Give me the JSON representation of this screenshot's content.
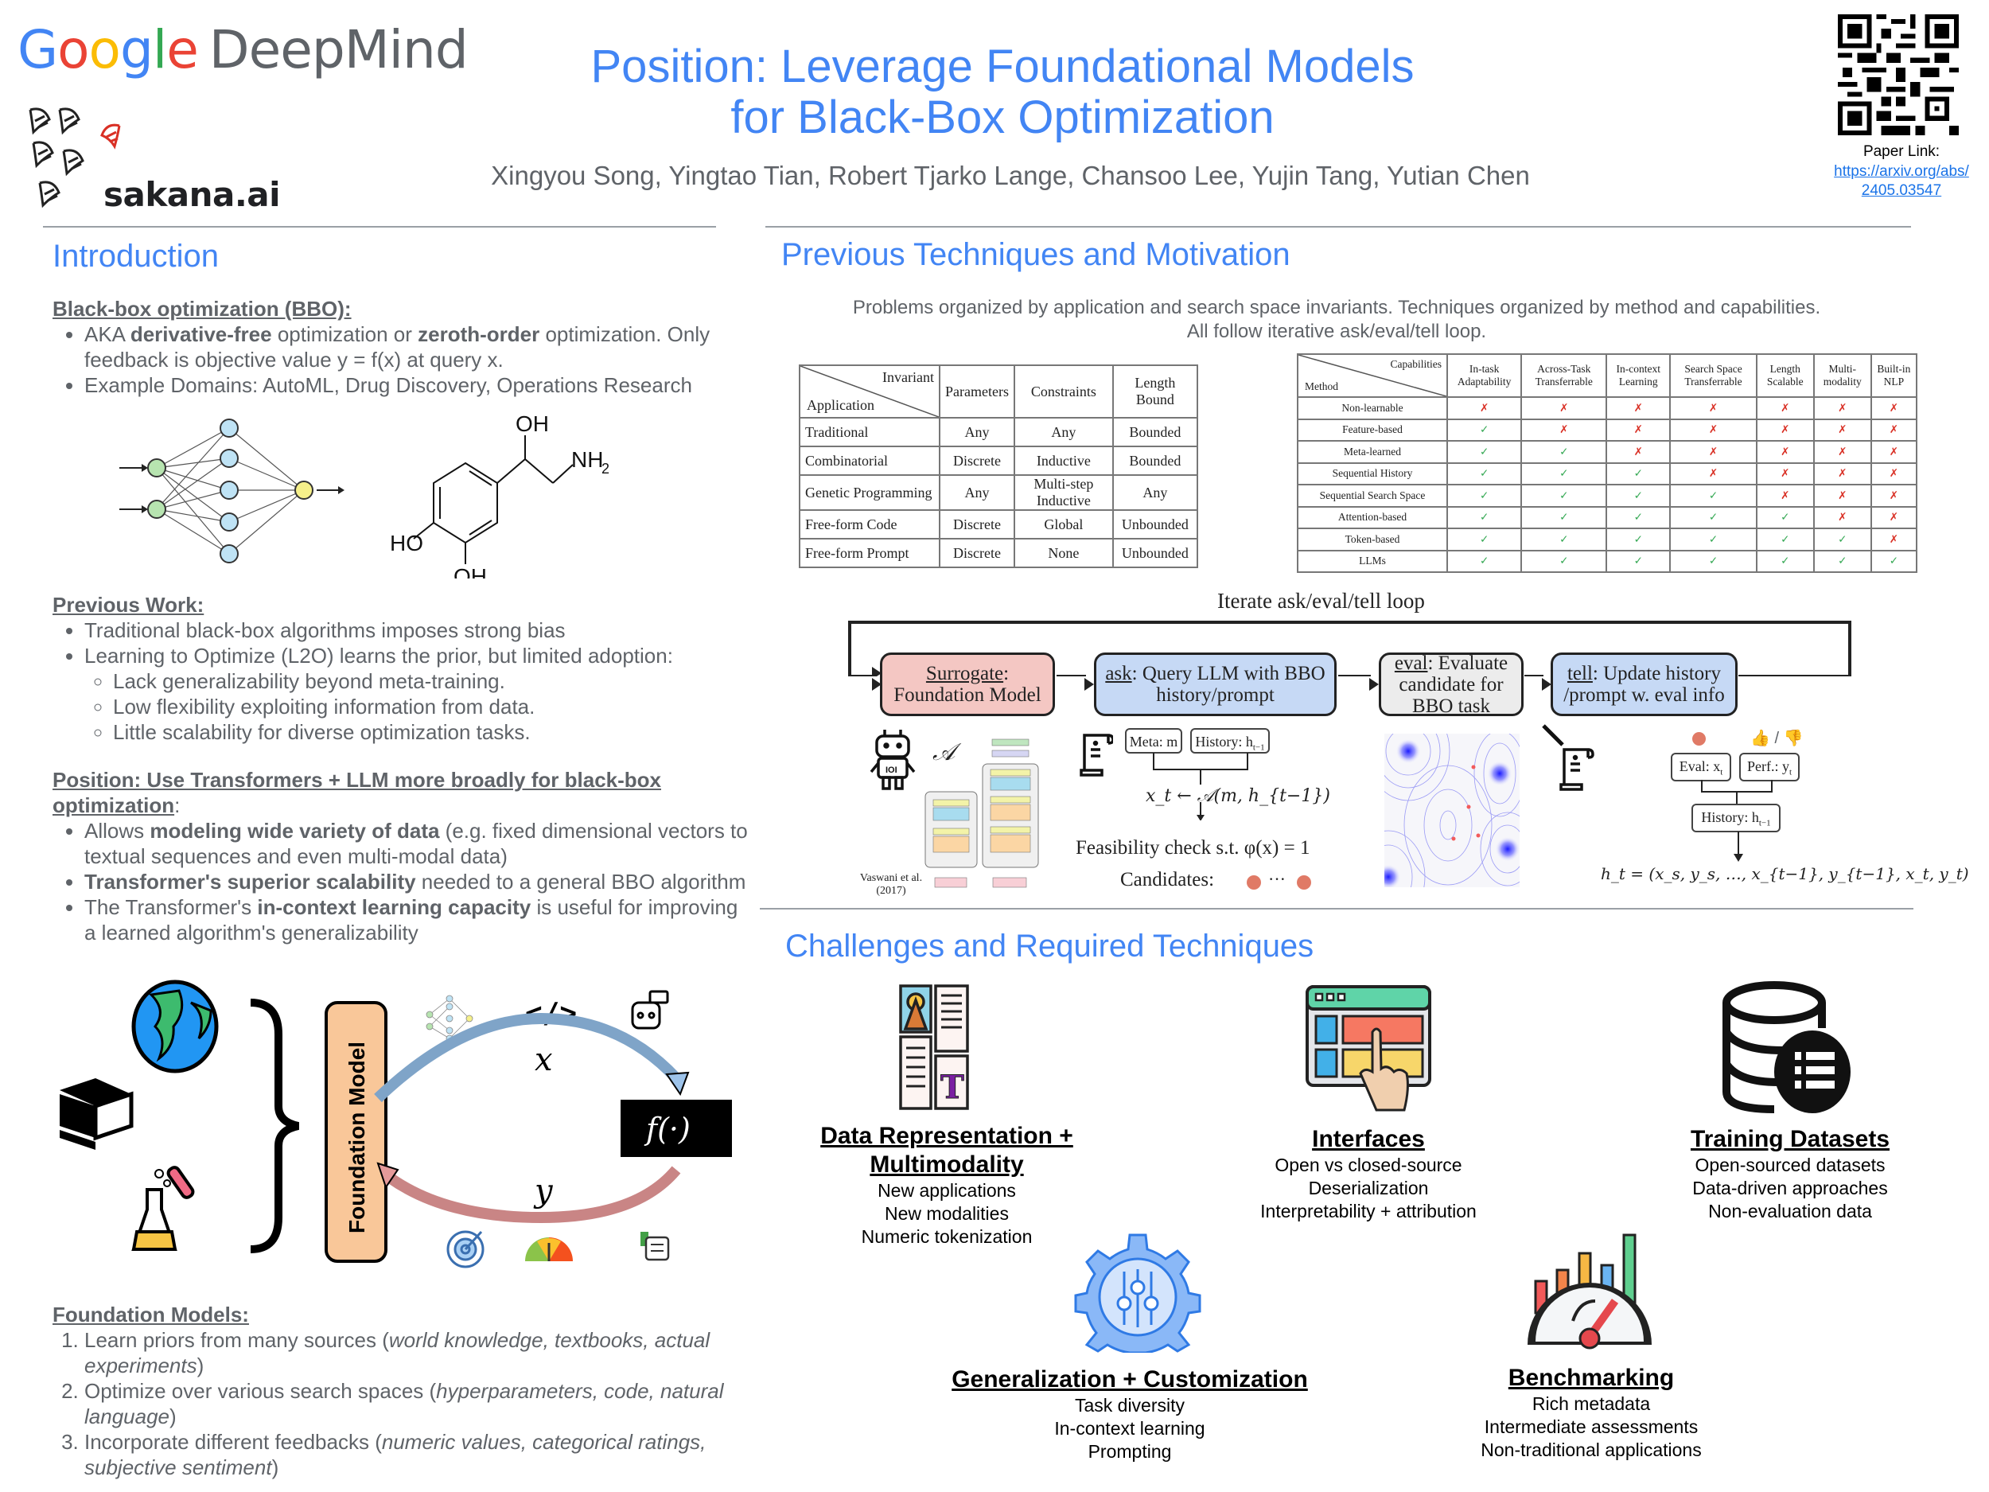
{
  "header": {
    "logo_google": [
      "G",
      "o",
      "o",
      "g",
      "l",
      "e"
    ],
    "logo_deepmind": "DeepMind",
    "logo_sakana": "sakana.ai",
    "title_line1": "Position: Leverage Foundational Models",
    "title_line2": "for Black-Box Optimization",
    "authors": "Xingyou Song, Yingtao Tian, Robert Tjarko Lange, Chansoo Lee, Yujin Tang, Yutian Chen",
    "paper_link_label": "Paper Link:",
    "paper_link_line1": "https://arxiv.org/abs/",
    "paper_link_line2": "2405.03547"
  },
  "colors": {
    "accent": "#4285f4",
    "text": "#5f6368",
    "surrogate_box": "#f4c7c3",
    "ask_box": "#c6d9f5",
    "eval_box": "#ececec",
    "check": "#34a853",
    "cross": "#d93025"
  },
  "intro": {
    "title": "Introduction",
    "bbo_heading": "Black-box optimization (BBO):",
    "bbo_b1_pre": "AKA ",
    "bbo_b1_bold1": "derivative-free",
    "bbo_b1_mid": " optimization or ",
    "bbo_b1_bold2": "zeroth-order",
    "bbo_b1_post": " optimization. Only feedback is objective value y = f(x) at query x.",
    "bbo_b2": "Example Domains: AutoML, Drug Discovery, Operations Research",
    "molecule_labels": [
      "OH",
      "NH",
      "2",
      "HO",
      "OH"
    ],
    "prev_heading": "Previous Work:",
    "prev_items": [
      "Traditional black-box algorithms imposes strong bias",
      "Learning to Optimize (L2O) learns the prior, but limited adoption:"
    ],
    "prev_subitems": [
      "Lack generalizability beyond meta-training.",
      "Low flexibility exploiting information from data.",
      "Little scalability for diverse optimization tasks."
    ],
    "position_heading": "Position: Use Transformers + LLM more broadly for black-box optimization",
    "position_colon": ":",
    "pos1_pre": "Allows ",
    "pos1_bold": "modeling wide variety of data",
    "pos1_post": " (e.g. fixed dimensional vectors to textual sequences and even multi-modal data)",
    "pos2_bold": "Transformer's superior scalability",
    "pos2_post": " needed to a general BBO algorithm",
    "pos3_pre": "The Transformer's ",
    "pos3_bold": "in-context learning capacity",
    "pos3_post": " is useful for improving a learned algorithm's generalizability",
    "fm_diagram": {
      "bar_label": "Foundation Model",
      "x_label": "x",
      "y_label": "y",
      "f_label": "f(·)"
    },
    "fm_heading": "Foundation Models:",
    "fm_items": [
      {
        "text": "Learn priors from many sources (",
        "italic": "world knowledge, textbooks, actual experiments",
        "end": ")"
      },
      {
        "text": "Optimize over various search spaces (",
        "italic": "hyperparameters, code, natural language",
        "end": ")"
      },
      {
        "text": "Incorporate different feedbacks (",
        "italic": "numeric values, categorical ratings, subjective sentiment",
        "end": ")"
      }
    ]
  },
  "prev_tech": {
    "title": "Previous Techniques and Motivation",
    "subtitle_line1": "Problems organized by application and search space invariants. Techniques organized by method and capabilities.",
    "subtitle_line2": "All follow iterative ask/eval/tell loop.",
    "table1": {
      "corner_top": "Invariant",
      "corner_bottom": "Application",
      "headers": [
        "Parameters",
        "Constraints",
        "Length Bound"
      ],
      "rows": [
        [
          "Traditional",
          "Any",
          "Any",
          "Bounded"
        ],
        [
          "Combinatorial",
          "Discrete",
          "Inductive",
          "Bounded"
        ],
        [
          "Genetic Programming",
          "Any",
          "Multi-step Inductive",
          "Any"
        ],
        [
          "Free-form Code",
          "Discrete",
          "Global",
          "Unbounded"
        ],
        [
          "Free-form Prompt",
          "Discrete",
          "None",
          "Unbounded"
        ]
      ]
    },
    "table2": {
      "corner_top": "Capabilities",
      "corner_bottom": "Method",
      "headers": [
        "In-task Adaptability",
        "Across-Task Transferrable",
        "In-context Learning",
        "Search Space Transferrable",
        "Length Scalable",
        "Multi-modality",
        "Built-in NLP"
      ],
      "check_symbol": "✓",
      "cross_symbol": "✗",
      "rows": [
        {
          "method": "Non-learnable",
          "values": [
            0,
            0,
            0,
            0,
            0,
            0,
            0
          ]
        },
        {
          "method": "Feature-based",
          "values": [
            1,
            0,
            0,
            0,
            0,
            0,
            0
          ]
        },
        {
          "method": "Meta-learned",
          "values": [
            1,
            1,
            0,
            0,
            0,
            0,
            0
          ]
        },
        {
          "method": "Sequential History",
          "values": [
            1,
            1,
            1,
            0,
            0,
            0,
            0
          ]
        },
        {
          "method": "Sequential Search Space",
          "values": [
            1,
            1,
            1,
            1,
            0,
            0,
            0
          ]
        },
        {
          "method": "Attention-based",
          "values": [
            1,
            1,
            1,
            1,
            1,
            0,
            0
          ]
        },
        {
          "method": "Token-based",
          "values": [
            1,
            1,
            1,
            1,
            1,
            1,
            0
          ]
        },
        {
          "method": "LLMs",
          "values": [
            1,
            1,
            1,
            1,
            1,
            1,
            1
          ]
        }
      ]
    },
    "loop": {
      "label": "Iterate ask/eval/tell loop",
      "surrogate_key": "Surrogate",
      "surrogate_rest": ": Foundation Model",
      "ask_key": "ask",
      "ask_rest": ": Query LLM with BBO history/prompt",
      "eval_key": "eval",
      "eval_rest": ": Evaluate candidate for BBO task",
      "tell_key": "tell",
      "tell_rest": ": Update history /prompt w. eval info",
      "algo_symbol": "𝒜",
      "citation": "Vaswani et al. (2017)",
      "meta_box": "Meta: m",
      "history_box": "History: h",
      "history_sub": "t−1",
      "ask_formula": "x_t ← 𝒜(m, h_{t−1})",
      "feasibility": "Feasibility check s.t. φ(x) = 1",
      "candidates": "Candidates:",
      "ellipsis": "···",
      "eval_box": "Eval: x",
      "eval_sub": "t",
      "perf_box": "Perf.: y",
      "perf_sub": "t",
      "thumbs": "👍 / 👎",
      "history_update": "h_t = (x_s, y_s, …, x_{t−1}, y_{t−1}, x_t, y_t)"
    }
  },
  "challenges": {
    "title": "Challenges and Required Techniques",
    "items": [
      {
        "title_line1": "Data Representation +",
        "title_line2": "Multimodality",
        "details": [
          "New applications",
          "New modalities",
          "Numeric tokenization"
        ]
      },
      {
        "title_line1": "Interfaces",
        "title_line2": "",
        "details": [
          "Open vs closed-source",
          "Deserialization",
          "Interpretability + attribution"
        ]
      },
      {
        "title_line1": "Training Datasets",
        "title_line2": "",
        "details": [
          "Open-sourced datasets",
          "Data-driven approaches",
          "Non-evaluation data"
        ]
      },
      {
        "title_line1": "Generalization + Customization",
        "title_line2": "",
        "details": [
          "Task diversity",
          "In-context learning",
          "Prompting"
        ]
      },
      {
        "title_line1": "Benchmarking",
        "title_line2": "",
        "details": [
          "Rich metadata",
          "Intermediate assessments",
          "Non-traditional applications"
        ]
      }
    ]
  }
}
